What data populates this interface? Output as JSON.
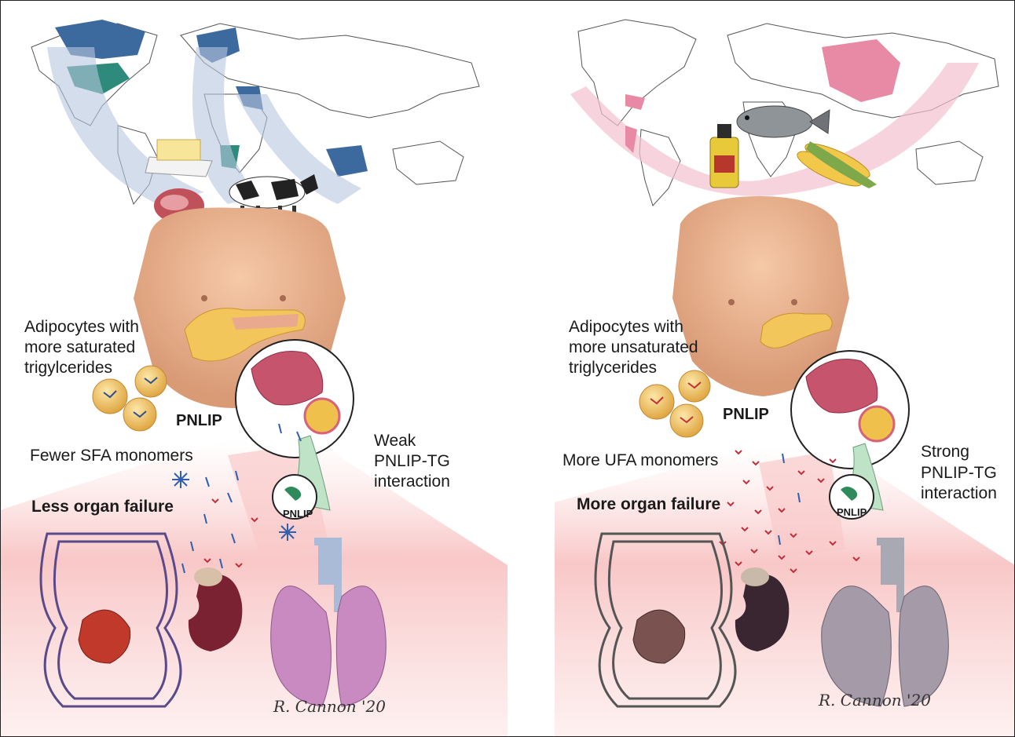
{
  "left": {
    "adipocytes_lines": [
      "Adipocytes with",
      "more saturated",
      "trigylcerides"
    ],
    "pnlip_label": "PNLIP",
    "monomers_label": "Fewer SFA monomers",
    "interaction_lines": [
      "Weak",
      "PNLIP-TG",
      "interaction"
    ],
    "organ_label": "Less organ failure",
    "inset_label": "PNLIP",
    "signature": "R. Cannon '20",
    "colors": {
      "region": "#3d6a9e",
      "region_alt": "#2e8a7a",
      "arc": "#b8c7dd"
    }
  },
  "right": {
    "adipocytes_lines": [
      "Adipocytes with",
      "more unsaturated",
      "triglycerides"
    ],
    "pnlip_label": "PNLIP",
    "monomers_label": "More UFA monomers",
    "interaction_lines": [
      "Strong",
      "PNLIP-TG",
      "interaction"
    ],
    "organ_label": "More organ failure",
    "inset_label": "PNLIP",
    "signature": "R. Cannon '20",
    "colors": {
      "region": "#e889a6",
      "arc": "#f4c1cf"
    }
  },
  "icons": [
    "world-map",
    "butter",
    "meat",
    "cow",
    "olive-oil",
    "fish",
    "corn",
    "torso",
    "pancreas",
    "acinar-cells",
    "adipocyte",
    "heart",
    "kidney",
    "lungs"
  ]
}
